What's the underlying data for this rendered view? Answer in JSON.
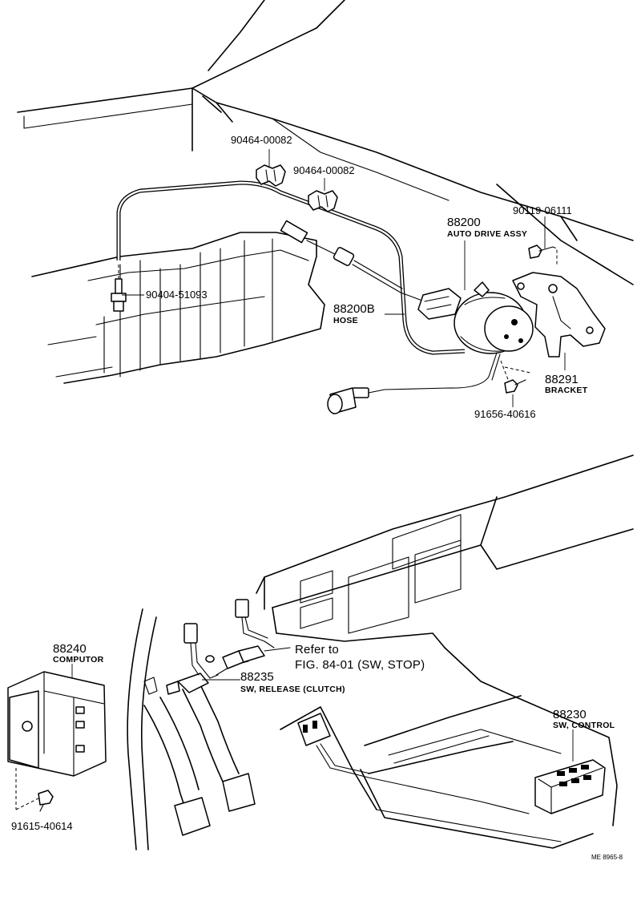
{
  "parts": {
    "clip_1": {
      "number": "90464-00082"
    },
    "clip_2": {
      "number": "90464-00082"
    },
    "auto_drive": {
      "number": "88200",
      "name": "AUTO DRIVE ASSY"
    },
    "bolt_top": {
      "number": "90119-06111"
    },
    "fitting": {
      "number": "90404-51093"
    },
    "hose": {
      "number": "88200B",
      "name": "HOSE"
    },
    "bracket": {
      "number": "88291",
      "name": "BRACKET"
    },
    "bolt_bracket": {
      "number": "91656-40616"
    },
    "computer": {
      "number": "88240",
      "name": "COMPUTOR"
    },
    "release_switch": {
      "number": "88235",
      "name": "SW, RELEASE (CLUTCH)"
    },
    "control_switch": {
      "number": "88230",
      "name": "SW, CONTROL"
    },
    "bolt_computer": {
      "number": "91615-40614"
    }
  },
  "reference": {
    "line1": "Refer to",
    "line2": "FIG. 84-01 (SW, STOP)"
  },
  "drawing_code": "ME  8965-8"
}
